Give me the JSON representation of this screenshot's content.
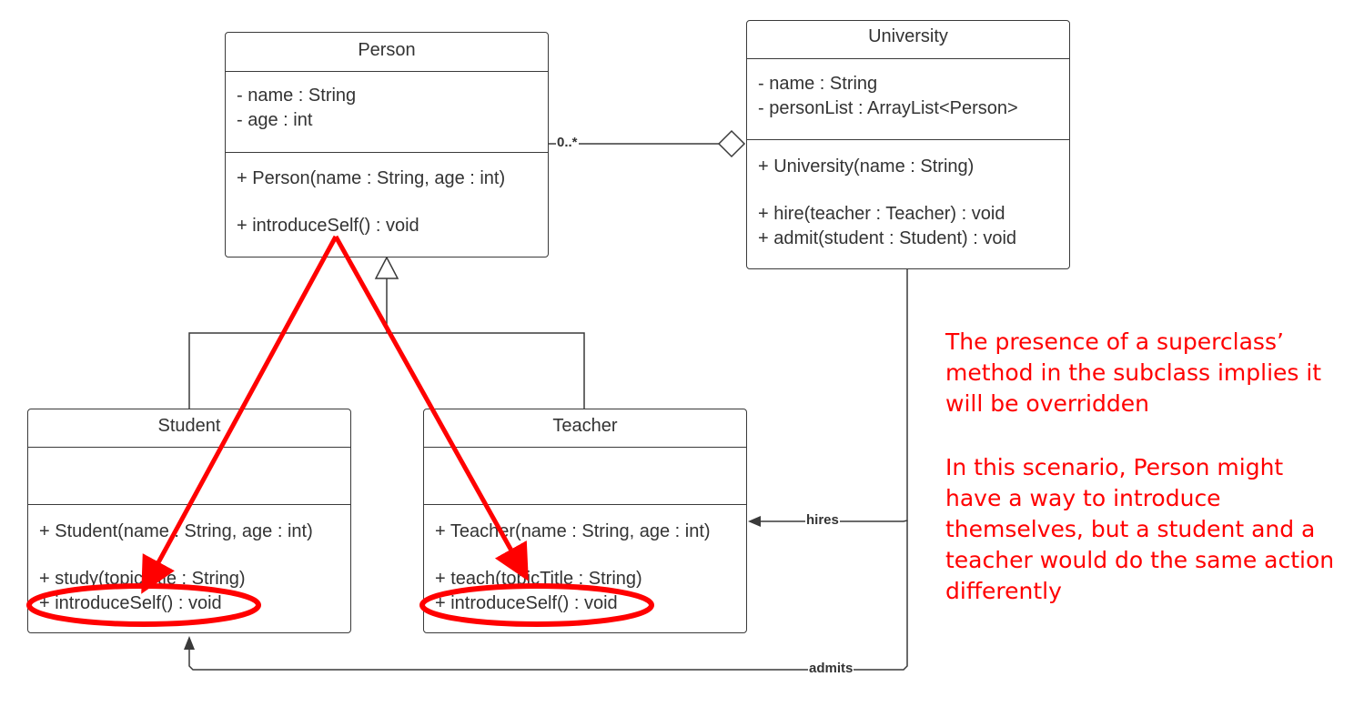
{
  "classes": {
    "person": {
      "name": "Person",
      "attributes": [
        "- name : String",
        "- age : int"
      ],
      "methods": [
        "+ Person(name : String, age : int)",
        "+ introduceSelf() : void"
      ]
    },
    "university": {
      "name": "University",
      "attributes": [
        "- name : String",
        "- personList : ArrayList<Person>"
      ],
      "methods": [
        "+ University(name : String)",
        "+ hire(teacher : Teacher) : void",
        "+ admit(student : Student) : void"
      ]
    },
    "student": {
      "name": "Student",
      "methods": [
        "+ Student(name : String, age : int)",
        "+ study(topicTitle : String)",
        "+ introduceSelf() : void"
      ]
    },
    "teacher": {
      "name": "Teacher",
      "methods": [
        "+ Teacher(name : String, age : int)",
        "+ teach(topicTitle : String)",
        "+ introduceSelf() : void"
      ]
    }
  },
  "relations": {
    "multiplicity": "0..*",
    "hires": "hires",
    "admits": "admits"
  },
  "annotation": {
    "paragraph1": [
      "The presence of a superclass’",
      "method in the subclass implies it",
      "will be overridden"
    ],
    "paragraph2": [
      "In this scenario, Person might",
      "have a way to introduce",
      "themselves, but a student and a",
      "teacher would do the same action",
      "differently"
    ]
  },
  "colors": {
    "annotation": "#ff0000",
    "lines": "#3a3a3a"
  }
}
